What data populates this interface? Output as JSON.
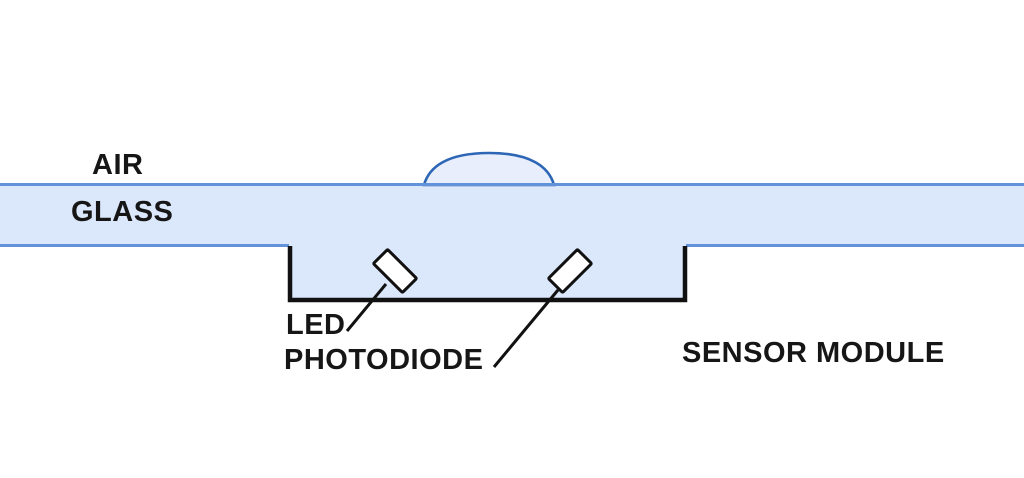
{
  "diagram": {
    "type": "schematic-cross-section",
    "subject": "Optical liquid-detection sensor module under a glass pane",
    "labels": {
      "air": "AIR",
      "glass": "GLASS",
      "led": "LED",
      "photodiode": "PHOTODIODE",
      "sensor_module": "SENSOR MODULE"
    },
    "components": [
      {
        "name": "air-region",
        "description": "open air above the glass pane"
      },
      {
        "name": "glass-pane",
        "description": "full-width light blue glass layer"
      },
      {
        "name": "water-droplet",
        "description": "liquid droplet dome sitting on top of the glass"
      },
      {
        "name": "sensor-cavity",
        "description": "black-outlined recess under the glass holding the optics"
      },
      {
        "name": "led-chip",
        "description": "white chip tilted clockwise 45 degrees inside cavity"
      },
      {
        "name": "photodiode-chip",
        "description": "white chip tilted counter-clockwise 45 degrees inside cavity"
      }
    ],
    "colors": {
      "background": "#ffffff",
      "glass_fill": "#dbe7fa",
      "glass_border": "#6292d9",
      "droplet_fill": "#e8eefc",
      "droplet_stroke": "#2c66b5",
      "cavity_outline": "#111111",
      "chip_fill": "#ffffff",
      "chip_outline": "#111111",
      "text": "#161616"
    }
  }
}
